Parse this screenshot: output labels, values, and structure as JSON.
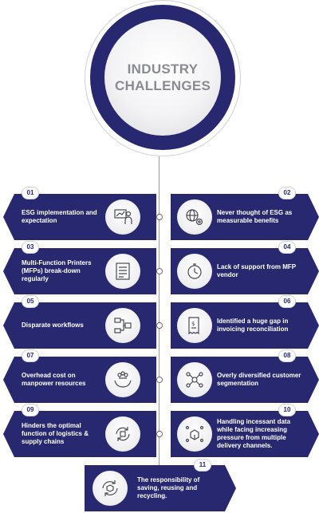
{
  "header": {
    "title": "INDUSTRY CHALLENGES"
  },
  "items": [
    {
      "num": "01",
      "text": "ESG implementation and expectation",
      "icon": "chart-person-icon"
    },
    {
      "num": "02",
      "text": "Never thought of ESG as measurable benefits",
      "icon": "globe-gears-icon"
    },
    {
      "num": "03",
      "text": "Multi-Function Printers (MFPs) break-down regularly",
      "icon": "printer-icon"
    },
    {
      "num": "04",
      "text": "Lack of support from MFP  vendor",
      "icon": "stopwatch-icon"
    },
    {
      "num": "05",
      "text": "Disparate workflows",
      "icon": "workflow-icon"
    },
    {
      "num": "06",
      "text": "Identified a huge gap in invoicing reconciliation",
      "icon": "invoice-icon"
    },
    {
      "num": "07",
      "text": "Overhead cost on manpower resources",
      "icon": "hands-people-icon"
    },
    {
      "num": "08",
      "text": "Overly diversified customer segmentation",
      "icon": "network-people-icon"
    },
    {
      "num": "09",
      "text": "Hinders the optimal function of logistics & supply chains",
      "icon": "logistics-cycle-icon"
    },
    {
      "num": "10",
      "text": "Handling incessant data while facing increasing pressure  from multiple delivery channels.",
      "icon": "boxes-network-icon"
    },
    {
      "num": "11",
      "text": "The responsibility of saving, reusing and recycling.",
      "icon": "recycle-box-icon"
    }
  ]
}
